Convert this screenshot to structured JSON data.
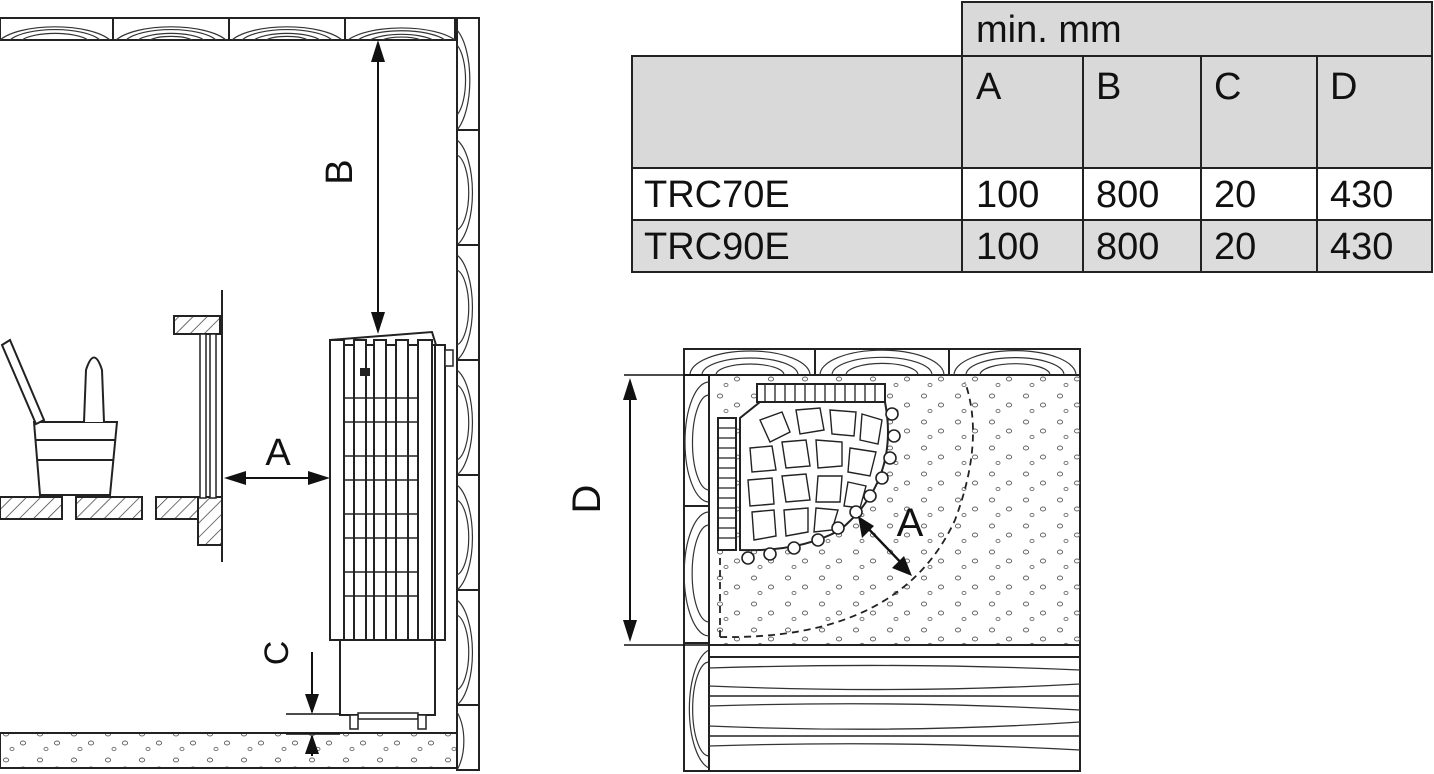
{
  "table": {
    "header_units": "min. mm",
    "columns": [
      "A",
      "B",
      "C",
      "D"
    ],
    "rows": [
      {
        "model": "TRC70E",
        "values": [
          "100",
          "800",
          "20",
          "430"
        ]
      },
      {
        "model": "TRC90E",
        "values": [
          "100",
          "800",
          "20",
          "430"
        ]
      }
    ]
  },
  "labels": {
    "side_a": "A",
    "side_b": "B",
    "side_c": "C",
    "top_a": "A",
    "top_d": "D"
  },
  "colors": {
    "header_fill": "#d9d9d9",
    "row_alt_fill": "#dcdcdc",
    "line": "#222222"
  }
}
